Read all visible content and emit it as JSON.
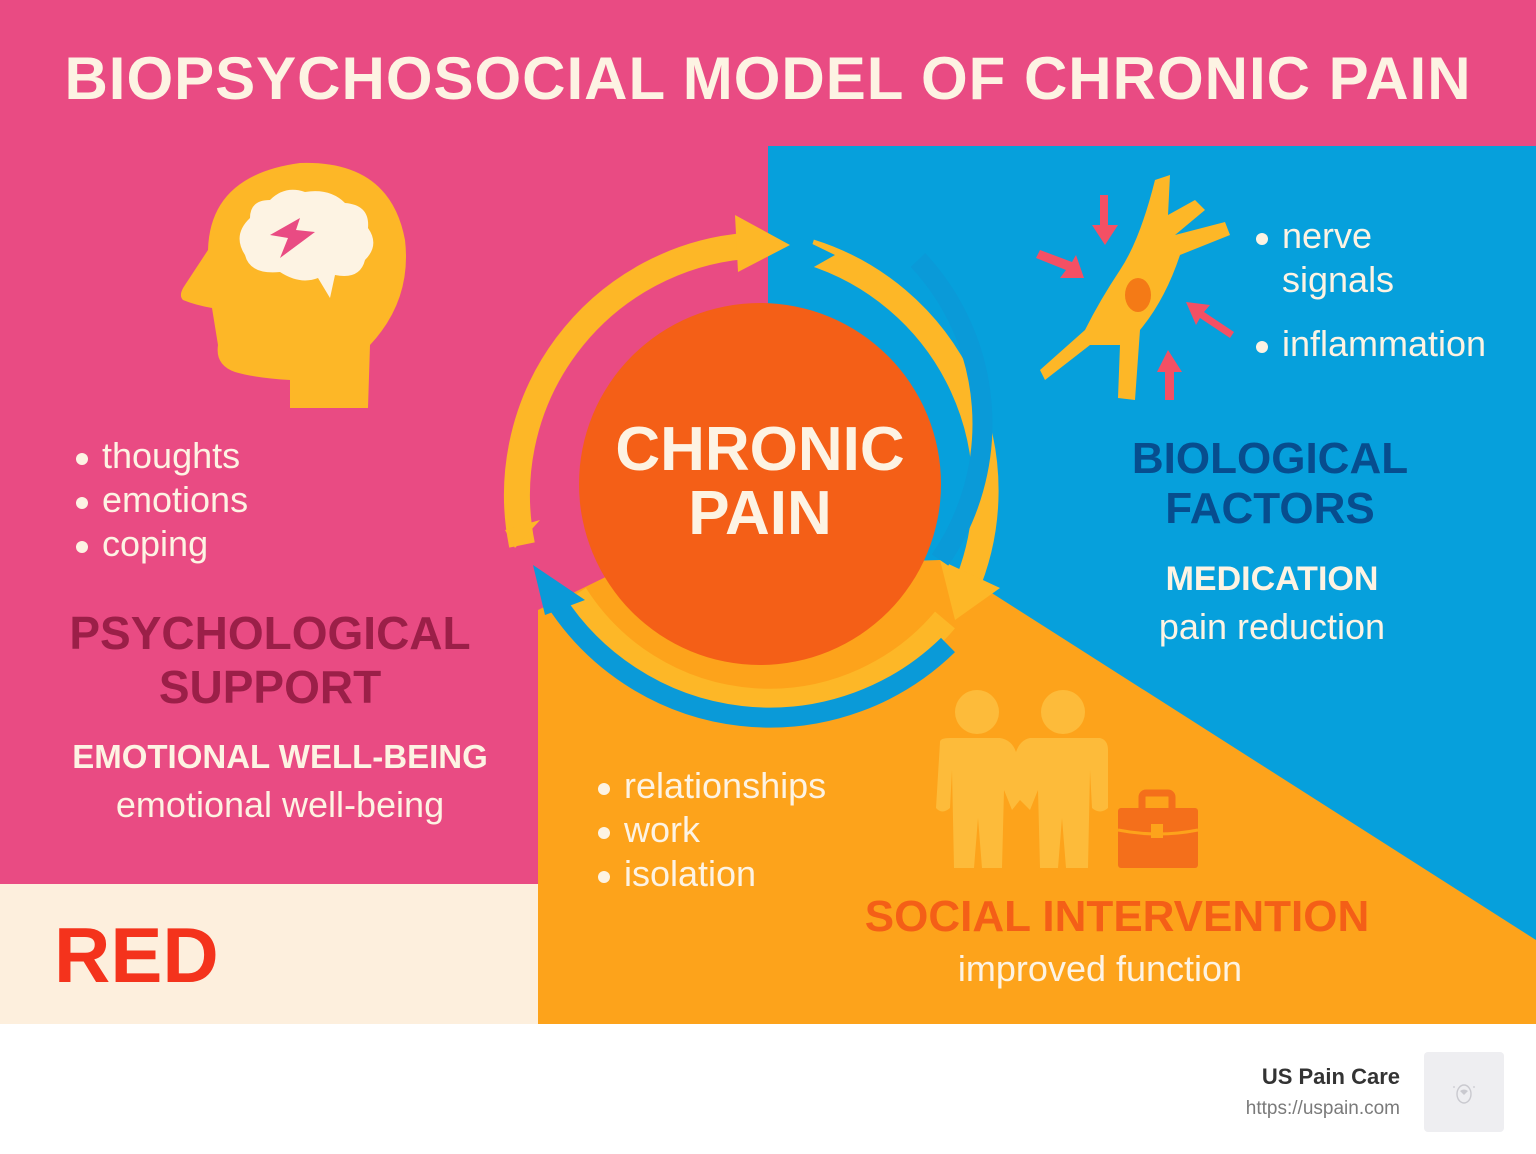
{
  "title": "BIOPSYCHOSOCIAL MODEL OF CHRONIC PAIN",
  "colors": {
    "psychological_bg": "#e94b83",
    "biological_bg": "#06a0dc",
    "social_bg": "#fda31b",
    "center_circle": "#f45f17",
    "arrow_yellow": "#fdb727",
    "arrow_blue": "#0a9ad8",
    "cream": "#fdf3e3",
    "red_label": "#f4331c"
  },
  "center": {
    "line1": "CHRONIC",
    "line2": "PAIN"
  },
  "psychological": {
    "icon": "head-brain-lightning-icon",
    "bullets": [
      "thoughts",
      "emotions",
      "coping"
    ],
    "heading_line1": "PSYCHOLOGICAL",
    "heading_line2": "SUPPORT",
    "subheading": "EMOTIONAL WELL-BEING",
    "outcome": "emotional well-being"
  },
  "biological": {
    "icon": "neuron-icon",
    "bullets": [
      "nerve\nsignals",
      "inflammation"
    ],
    "bullet_1_line1": "nerve",
    "bullet_1_line2": "signals",
    "bullet_2": "inflammation",
    "heading_line1": "BIOLOGICAL",
    "heading_line2": "FACTORS",
    "subheading": "MEDICATION",
    "outcome": "pain reduction"
  },
  "social": {
    "icons": [
      "two-people-icon",
      "briefcase-icon"
    ],
    "bullets": [
      "relationships",
      "work",
      "isolation"
    ],
    "heading": "SOCIAL INTERVENTION",
    "outcome": "improved function"
  },
  "corner_label": "RED",
  "footer": {
    "brand_name": "US Pain Care",
    "brand_url": "https://uspain.com",
    "logo_icon": "bear-logo-icon"
  }
}
